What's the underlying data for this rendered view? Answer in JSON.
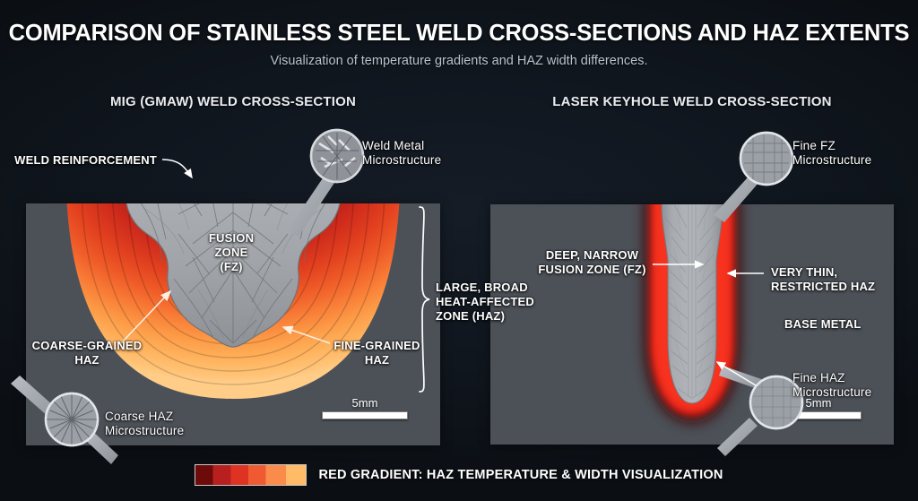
{
  "header": {
    "title": "COMPARISON OF STAINLESS STEEL WELD CROSS-SECTIONS AND HAZ EXTENTS",
    "subtitle": "Visualization of temperature gradients and HAZ width differences."
  },
  "panels": {
    "mig": {
      "title": "MIG (GMAW) WELD CROSS-SECTION",
      "labels": {
        "weld_reinforcement": "WELD REINFORCEMENT",
        "fusion_zone": "FUSION\nZONE\n(FZ)",
        "coarse_grained_haz": "COARSE-GRAINED\nHAZ",
        "fine_grained_haz": "FINE-GRAINED\nHAZ",
        "broad_haz_bracket": "LARGE, BROAD\nHEAT-AFFECTED\nZONE (HAZ)"
      },
      "insets": {
        "weld_metal": "Weld Metal\nMicrostructure",
        "coarse_haz": "Coarse HAZ\nMicrostructure"
      },
      "scale": "5mm"
    },
    "laser": {
      "title": "LASER KEYHOLE WELD CROSS-SECTION",
      "labels": {
        "deep_narrow_fz": "DEEP, NARROW\nFUSION ZONE (FZ)",
        "very_thin_haz": "VERY THIN,\nRESTRICTED HAZ",
        "base_metal": "BASE METAL"
      },
      "insets": {
        "fine_fz": "Fine FZ\nMicrostructure",
        "fine_haz": "Fine HAZ\nMicrostructure"
      },
      "scale": "5mm"
    }
  },
  "legend": {
    "label": "RED GRADIENT: HAZ TEMPERATURE & WIDTH VISUALIZATION",
    "gradient_stops": [
      "#6d0b0b",
      "#b81f1f",
      "#de3322",
      "#f05a32",
      "#fb8b4a",
      "#ffbb66"
    ]
  },
  "colors": {
    "background": "#0d1117",
    "base_metal": "#4c5158",
    "fusion_zone": "#a3a7ac",
    "haz_hot": "#7e0f0f",
    "haz_cool": "#ffbe6e",
    "laser_haz": "#e01a16",
    "text": "#ffffff"
  }
}
